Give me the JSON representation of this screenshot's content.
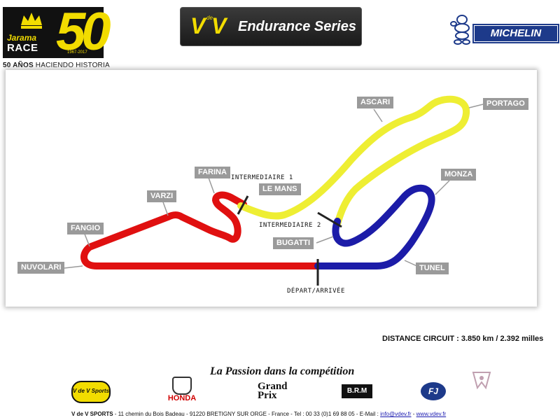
{
  "header": {
    "jarama_word": "Jarama",
    "jarama_race": "RACE",
    "jarama_years": "1967-2017",
    "jarama_number": "50",
    "tagline_bold": "50 AÑOS",
    "tagline_rest": " HACIENDO HISTORIA",
    "series_v1": "V",
    "series_de": "de",
    "series_v2": "V",
    "series_name": "Endurance Series",
    "tyre_brand": "MICHELIN"
  },
  "circuit": {
    "corners": {
      "fangio": "FANGIO",
      "varzi": "VARZI",
      "farina": "FARINA",
      "nuvolari": "NUVOLARI",
      "ascari": "ASCARI",
      "portago": "PORTAGO",
      "le_mans": "LE MANS",
      "monza": "MONZA",
      "bugatti": "BUGATTI",
      "tunel": "TUNEL"
    },
    "markers": {
      "intermediate_1": "INTERMEDIAIRE 1",
      "intermediate_2": "INTERMEDIAIRE 2",
      "start_finish": "DÉPART/ARRIVÉE"
    },
    "sector_colors": {
      "s1": "#e01010",
      "s2": "#eeee33",
      "s3": "#1c1ca8"
    },
    "distance_text": "DISTANCE CIRCUIT : 3.850 km / 2.392 milles"
  },
  "footer": {
    "slogan": "La Passion dans la compétition",
    "sponsors": {
      "vv": "V de V Sports",
      "honda": "HONDA",
      "gp_1": "Grand",
      "gp_2": "Prix",
      "brm": "B.R.M",
      "fj": "FJ"
    },
    "address_company": "V de V SPORTS",
    "address_text": " - 11 chemin du Bois Badeau - 91220 BRETIGNY SUR ORGE - France - Tel : 00 33 (0)1 69 88 05 - E-Mail : ",
    "email": "info@vdev.fr",
    "sep": " - ",
    "website": "www.vdev.fr"
  }
}
